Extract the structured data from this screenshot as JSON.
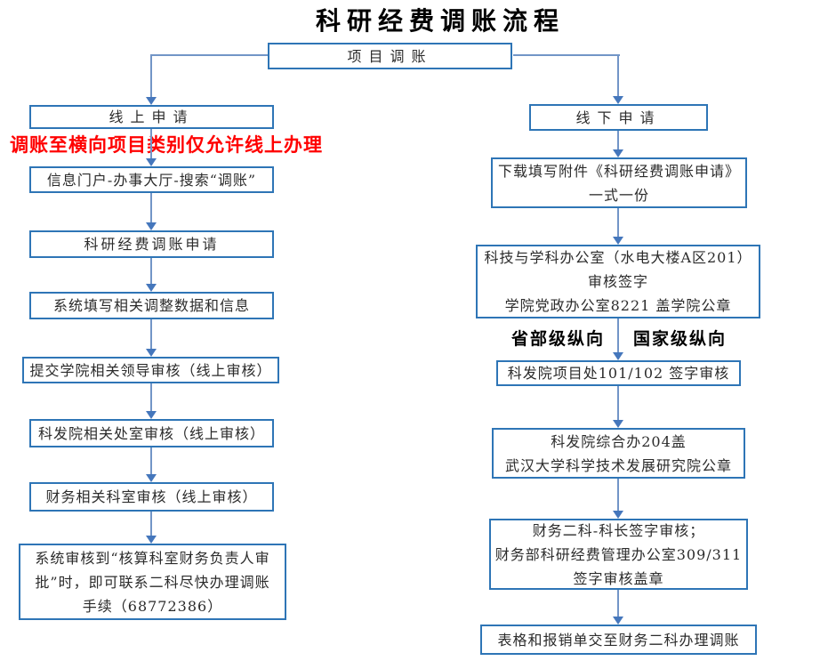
{
  "title": "科研经费调账流程",
  "root_label": "项目调账",
  "left": {
    "note": "调账至横向项目类别仅允许线上办理",
    "nodes": [
      {
        "lines": [
          "线上申请"
        ]
      },
      {
        "lines": [
          "信息门户-办事大厅-搜索“调账”"
        ]
      },
      {
        "lines": [
          "科研经费调账申请"
        ]
      },
      {
        "lines": [
          "系统填写相关调整数据和信息"
        ]
      },
      {
        "lines": [
          "提交学院相关领导审核（线上审核）"
        ]
      },
      {
        "lines": [
          "科发院相关处室审核（线上审核）"
        ]
      },
      {
        "lines": [
          "财务相关科室审核（线上审核）"
        ]
      },
      {
        "lines": [
          "系统审核到“核算科室财务负责人审",
          "批”时，即可联系二科尽快办理调账",
          "手续（68772386）"
        ]
      }
    ]
  },
  "right": {
    "branch_labels": [
      "省部级纵向",
      "国家级纵向"
    ],
    "nodes": [
      {
        "lines": [
          "线下申请"
        ]
      },
      {
        "lines": [
          "下载填写附件《科研经费调账申请》",
          "一式一份"
        ]
      },
      {
        "lines": [
          "科技与学科办公室（水电大楼A区201）",
          "审核签字",
          "学院党政办公室8221 盖学院公章"
        ]
      },
      {
        "lines": [
          "科发院项目处101/102 签字审核"
        ]
      },
      {
        "lines": [
          "科发院综合办204盖",
          "武汉大学科学技术发展研究院公章"
        ]
      },
      {
        "lines": [
          "财务二科-科长签字审核；",
          "财务部科研经费管理办公室309/311",
          "签字审核盖章"
        ]
      },
      {
        "lines": [
          "表格和报销单交至财务二科办理调账"
        ]
      }
    ]
  },
  "colors": {
    "box_border": "#2E75B6",
    "arrow_line": "#7295C7",
    "arrowhead": "#4577BC",
    "note_red": "#FF0000",
    "text": "#2B2B2B"
  }
}
